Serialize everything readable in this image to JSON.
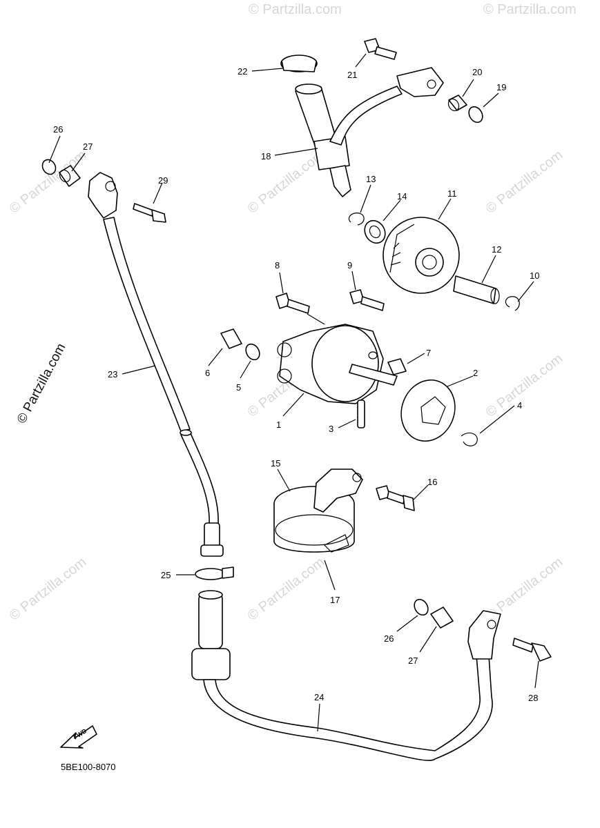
{
  "watermark": {
    "text": "© Partzilla.com"
  },
  "diagram_code": "5BE100-8070",
  "fwd_label": "FWD",
  "callouts": [
    "26",
    "27",
    "29",
    "22",
    "21",
    "20",
    "19",
    "18",
    "13",
    "14",
    "11",
    "12",
    "10",
    "8",
    "9",
    "7",
    "6",
    "5",
    "2",
    "1",
    "3",
    "4",
    "23",
    "15",
    "16",
    "17",
    "25",
    "26",
    "27",
    "28",
    "24"
  ]
}
